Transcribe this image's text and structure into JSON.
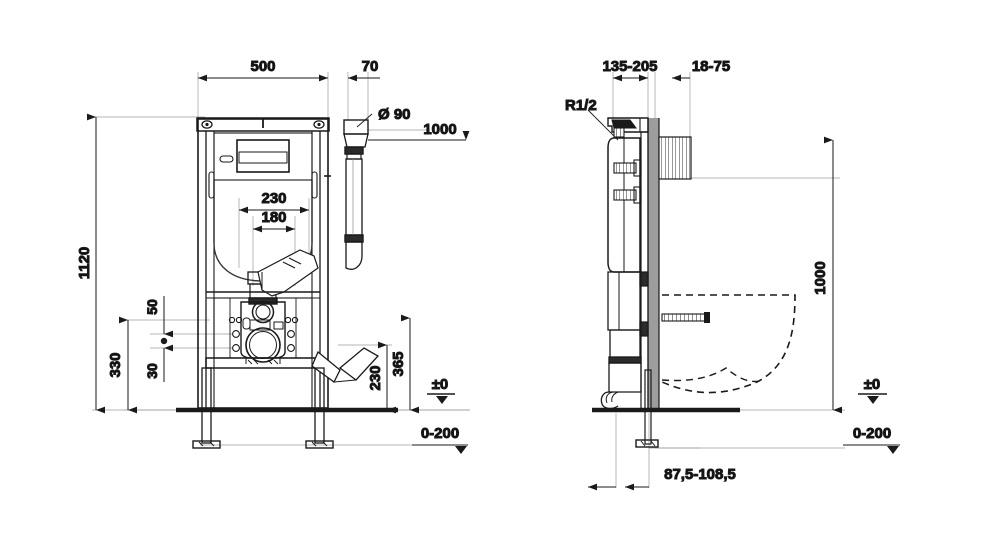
{
  "drawing": {
    "title": "Wall-hung WC installation frame – dimensioned technical drawing",
    "units": "mm",
    "line_color": "#1a1a1a",
    "wall_hatch_color": "#9a9a9a",
    "background": "#ffffff"
  },
  "front_view": {
    "name": "front-elevation",
    "dimensions": {
      "width_500": "500",
      "offset_70": "70",
      "pipe_diameter": "Ø 90",
      "height_1120": "1120",
      "seat_height_1000": "1000",
      "bolt_spacing_230": "230",
      "inner_180": "180",
      "base_330": "330",
      "bolt_50": "50",
      "bolt_30": "30",
      "outlet_365": "365",
      "outlet_230": "230",
      "floor_level": "±0",
      "leg_range": "0-200"
    }
  },
  "side_view": {
    "name": "side-elevation",
    "dimensions": {
      "depth_135_205": "135-205",
      "wall_18_75": "18-75",
      "water_connection": "R1/2",
      "seat_height_1000": "1000",
      "floor_level": "±0",
      "leg_range": "0-200",
      "bolt_projection": "87,5-108,5"
    }
  },
  "labels": [
    {
      "id": "d500",
      "text": "500",
      "view": "front"
    },
    {
      "id": "d70",
      "text": "70",
      "view": "front"
    },
    {
      "id": "dia90",
      "text": "Ø 90",
      "view": "front"
    },
    {
      "id": "d1000l",
      "text": "1000",
      "view": "front"
    },
    {
      "id": "d1120",
      "text": "1120",
      "view": "front"
    },
    {
      "id": "d230top",
      "text": "230",
      "view": "front"
    },
    {
      "id": "d180",
      "text": "180",
      "view": "front"
    },
    {
      "id": "d50",
      "text": "50",
      "view": "front"
    },
    {
      "id": "d30",
      "text": "30",
      "view": "front"
    },
    {
      "id": "d330",
      "text": "330",
      "view": "front"
    },
    {
      "id": "d365",
      "text": "365",
      "view": "front"
    },
    {
      "id": "d230low",
      "text": "230",
      "view": "front"
    },
    {
      "id": "zero_left",
      "text": "±0",
      "view": "front"
    },
    {
      "id": "range_left",
      "text": "0-200",
      "view": "front"
    },
    {
      "id": "d135205",
      "text": "135-205",
      "view": "side"
    },
    {
      "id": "d1875",
      "text": "18-75",
      "view": "side"
    },
    {
      "id": "rhalf",
      "text": "R1/2",
      "view": "side"
    },
    {
      "id": "d1000r",
      "text": "1000",
      "view": "side"
    },
    {
      "id": "zero_right",
      "text": "±0",
      "view": "side"
    },
    {
      "id": "range_right",
      "text": "0-200",
      "view": "side"
    },
    {
      "id": "d875",
      "text": "87,5-108,5",
      "view": "side"
    }
  ]
}
